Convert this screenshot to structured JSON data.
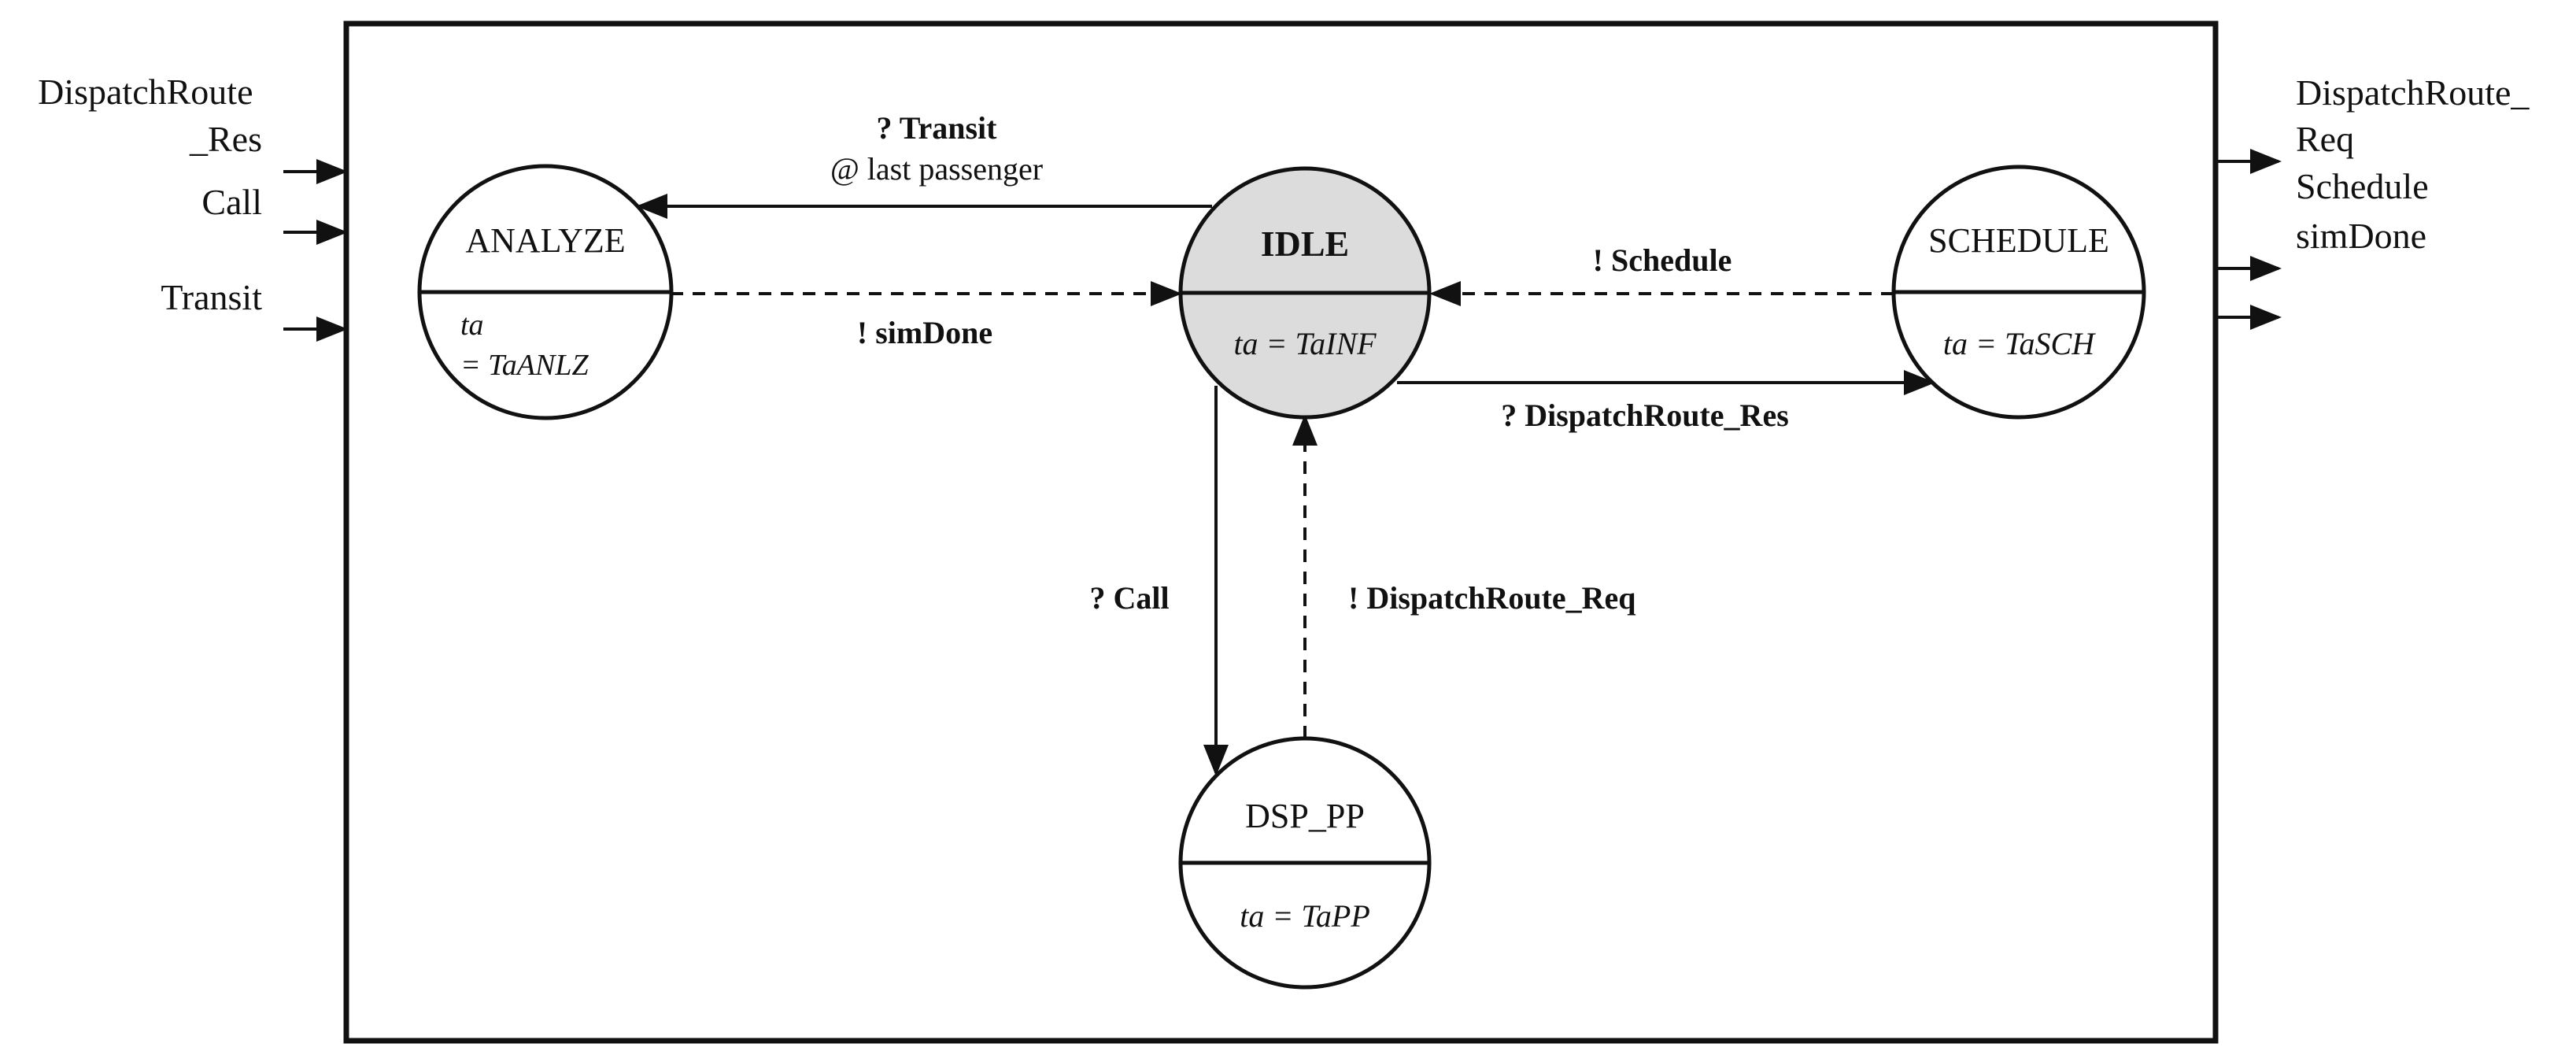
{
  "colors": {
    "stroke": "#111111",
    "state_fill": "#ffffff",
    "active_state_fill": "#dcdcdc",
    "background": "#ffffff"
  },
  "inputs": {
    "dispatch_route_res_line1": "DispatchRoute",
    "dispatch_route_res_line2": "_Res",
    "call": "Call",
    "transit": "Transit"
  },
  "outputs": {
    "dispatch_route_req_line1": "DispatchRoute_",
    "dispatch_route_req_line2": "Req",
    "schedule": "Schedule",
    "sim_done": "simDone"
  },
  "states": {
    "analyze": {
      "name": "ANALYZE",
      "ta_line1": "ta",
      "ta_line2": "= TaANLZ"
    },
    "idle": {
      "name": "IDLE",
      "ta": "ta = TaINF"
    },
    "schedule": {
      "name": "SCHEDULE",
      "ta": "ta = TaSCH"
    },
    "dsp_pp": {
      "name": "DSP_PP",
      "ta": "ta = TaPP"
    }
  },
  "transitions": {
    "transit": "? Transit",
    "transit_condition": "@ last passenger",
    "sim_done": "! simDone",
    "schedule": "! Schedule",
    "dispatch_route_res": "? DispatchRoute_Res",
    "call": "? Call",
    "dispatch_route_req": "! DispatchRoute_Req"
  }
}
